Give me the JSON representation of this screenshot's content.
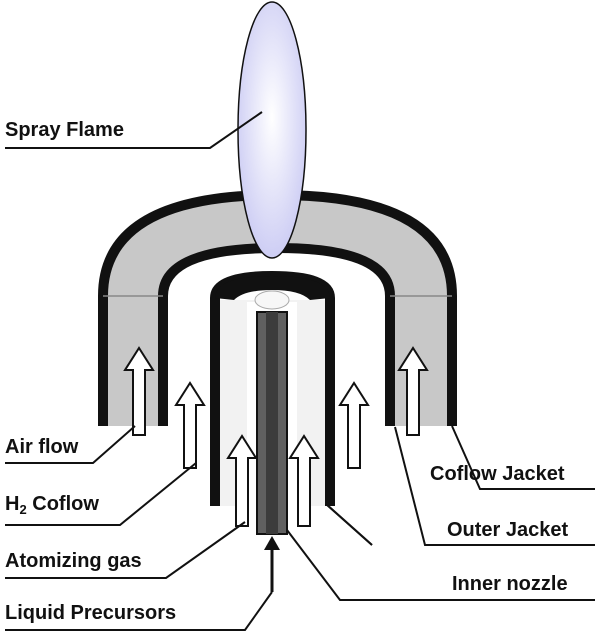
{
  "labels": {
    "spray_flame": "Spray Flame",
    "air_flow": "Air flow",
    "h2_coflow_main": "H",
    "h2_coflow_sub": "2",
    "h2_coflow_rest": " Coflow",
    "atomizing_gas": "Atomizing gas",
    "liquid_precursors": "Liquid Precursors",
    "coflow_jacket": "Coflow Jacket",
    "outer_jacket": "Outer Jacket",
    "inner_nozzle": "Inner nozzle"
  },
  "colors": {
    "flame": "#c9c9f3",
    "flame_highlight": "#ffffff",
    "jacket_fill": "#c8c8c8",
    "air_region": "#e6e6e6",
    "coflow_region": "#f2f2f2",
    "nozzle": "#606060",
    "outline": "#111111"
  }
}
